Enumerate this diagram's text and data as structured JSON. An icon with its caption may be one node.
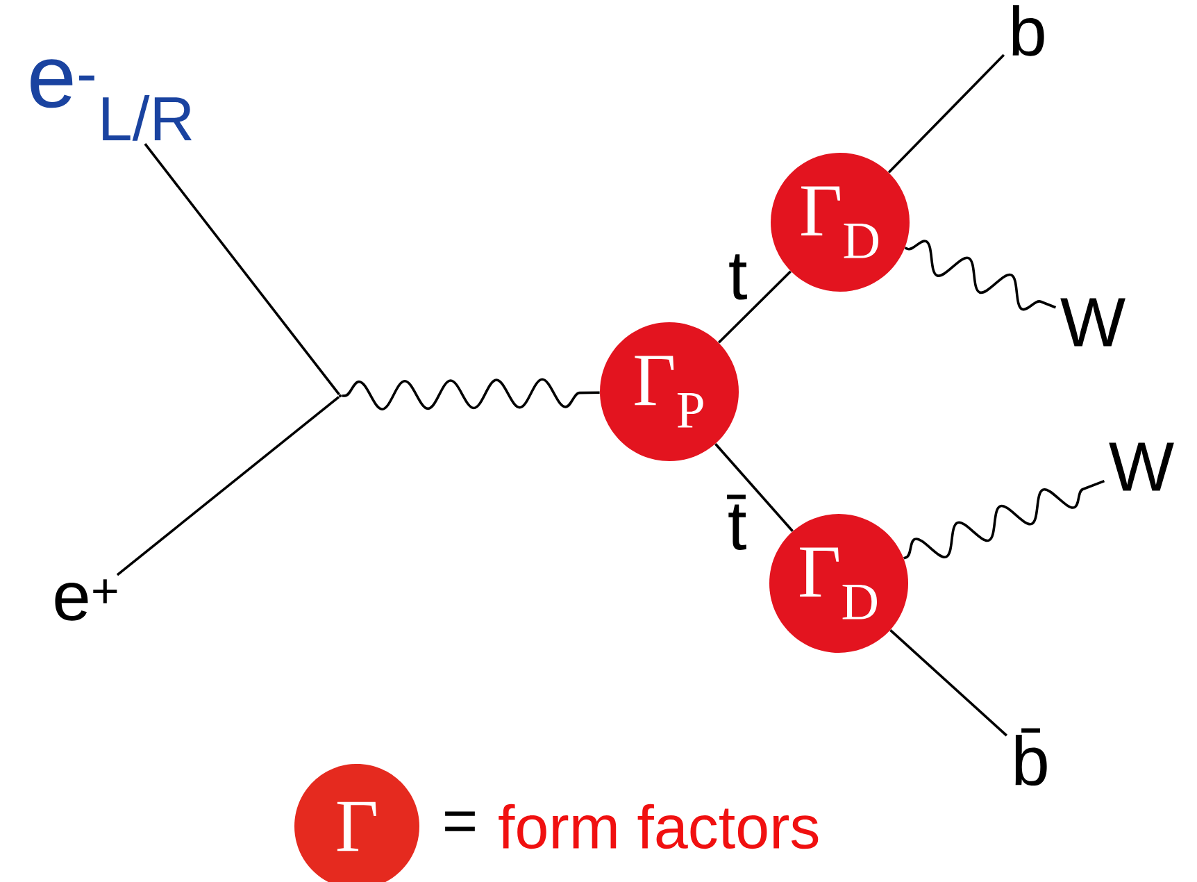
{
  "diagram": {
    "nodes": [
      {
        "text": [
          "e$^{-}$$_{L/R}$"
        ]
      },
      {
        "text": [
          "e$^{+}$"
        ]
      },
      {
        "text": [],
        "shape": "point"
      },
      {
        "text": [
          "Γ$_{P}$"
        ]
      },
      {
        "text": [
          "Γ$_{D}$"
        ]
      },
      {
        "text": [
          "Γ$_{D}$"
        ]
      },
      {
        "text": [
          "b"
        ]
      },
      {
        "text": [
          "W"
        ]
      },
      {
        "text": [
          "W"
        ]
      },
      {
        "text": [
          "b̄"
        ]
      },
      {
        "text": [
          "Γ"
        ],
        "beside": [
          "=",
          "form factors"
        ]
      }
    ],
    "edges": [
      {
        "from": 0,
        "to": 2,
        "arrow": "none"
      },
      {
        "from": 1,
        "to": 2,
        "arrow": "none"
      },
      {
        "from": 2,
        "to": 3,
        "arrow": "none"
      },
      {
        "from": 3,
        "to": 4,
        "arrow": "none",
        "label": "t"
      },
      {
        "from": 3,
        "to": 5,
        "arrow": "none",
        "label": "t̄"
      },
      {
        "from": 4,
        "to": 6,
        "arrow": "none"
      },
      {
        "from": 4,
        "to": 7,
        "arrow": "none"
      },
      {
        "from": 5,
        "to": 8,
        "arrow": "none"
      },
      {
        "from": 5,
        "to": 9,
        "arrow": "none"
      }
    ]
  }
}
